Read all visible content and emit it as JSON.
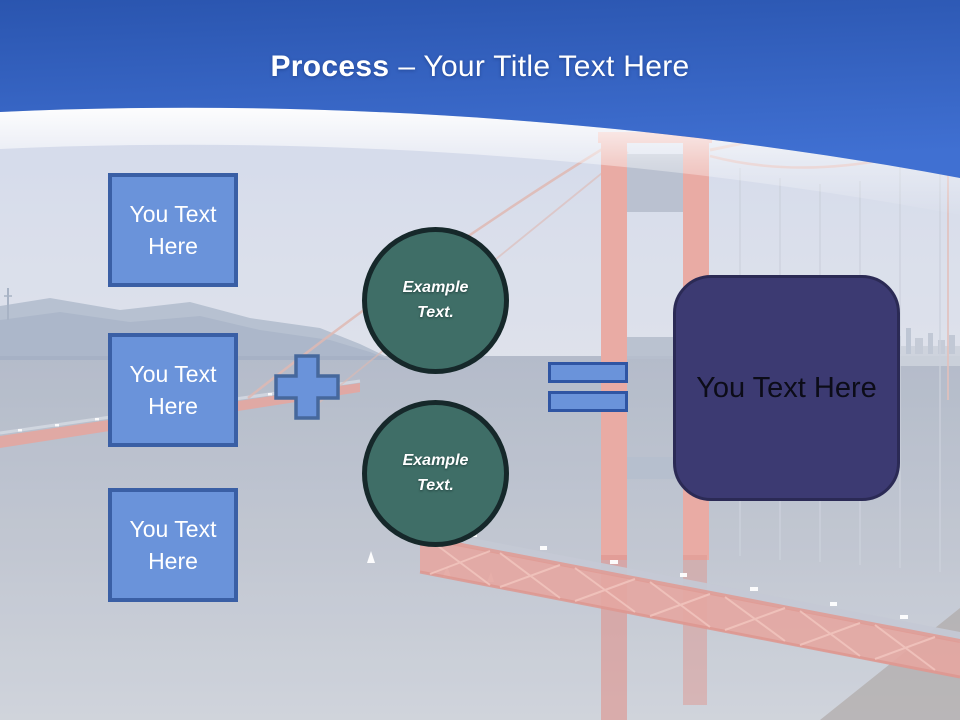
{
  "title": {
    "bold": "Process",
    "rest": "– Your Title Text Here"
  },
  "input_boxes": [
    {
      "label": "You Text Here"
    },
    {
      "label": "You Text Here"
    },
    {
      "label": "You Text Here"
    }
  ],
  "example_circles": [
    {
      "label": "Example Text."
    },
    {
      "label": "Example Text."
    }
  ],
  "result_box": {
    "label": "You Text Here"
  },
  "operators": {
    "plus_icon": "plus",
    "equals_icon": "equals"
  },
  "background_photo": {
    "subject": "Golden Gate Bridge, washed out"
  },
  "colors": {
    "header_blue_top": "#2a55af",
    "header_blue_bottom": "#4070d2",
    "box_fill": "#6a93da",
    "box_border": "#3a5fa5",
    "circle_fill": "#3f6e67",
    "circle_border": "#16282a",
    "result_fill": "#3c3a72",
    "result_border": "#2b2a55",
    "bridge_red": "#e59b93",
    "title_text": "#ffffff"
  }
}
